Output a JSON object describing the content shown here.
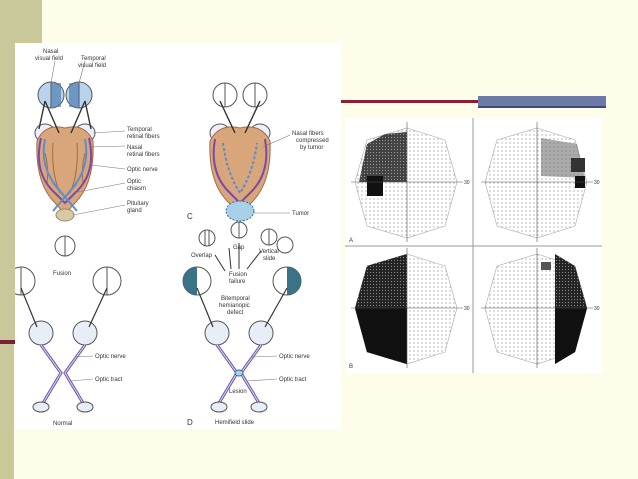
{
  "figure_left": {
    "labels": {
      "nasal_visual_field": [
        "Nasal",
        "visual field"
      ],
      "temporal_visual_field": [
        "Temporal",
        "visual field"
      ],
      "temporal_retinal_fibers": [
        "Temporal",
        "retinal fibers"
      ],
      "nasal_retinal_fibers": [
        "Nasal",
        "retinal fibers"
      ],
      "optic_nerve": "Optic nerve",
      "optic_chiasm": [
        "Optic",
        "chiasm"
      ],
      "pituitary_gland": [
        "Pituitary",
        "gland"
      ],
      "nasal_fibers_compressed": [
        "Nasal fibers",
        "compressed",
        "by tumor"
      ],
      "tumor": "Tumor",
      "panel_c": "C",
      "fusion": "Fusion",
      "overlap": "Overlap",
      "gap": "Gap",
      "vertical_slide": [
        "Vertical",
        "slide"
      ],
      "fusion_failure": [
        "Fusion",
        "failure"
      ],
      "bitemporal": [
        "Bitemporal",
        "hemianopic",
        "defect"
      ],
      "optic_nerve_lower_left": "Optic nerve",
      "optic_tract_lower_left": "Optic tract",
      "optic_nerve_lower_right": "Optic nerve",
      "optic_tract_lower_right": "Optic tract",
      "lesion": "Lesion",
      "normal": "Normal",
      "panel_d": "D",
      "hemifield_slide": "Hemifield slide"
    }
  },
  "figure_right": {
    "panel_a": "A",
    "panel_b": "B",
    "axis_mark": "30"
  }
}
